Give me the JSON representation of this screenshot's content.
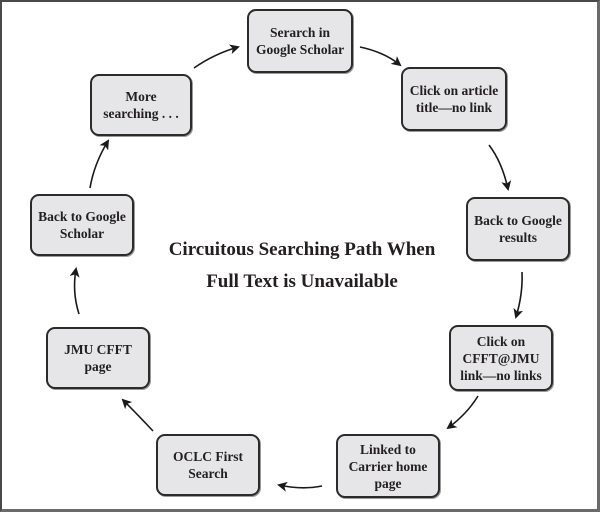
{
  "diagram": {
    "title_lines": [
      "Circuitous Searching Path When",
      "Full Text is Unavailable"
    ],
    "nodes": [
      {
        "id": "search-google-scholar",
        "label": "Serarch in\nGoogle Scholar"
      },
      {
        "id": "click-article-title",
        "label": "Click on article\ntitle—no link"
      },
      {
        "id": "back-to-google-results",
        "label": "Back to Google\nresults"
      },
      {
        "id": "click-cfft-jmu",
        "label": "Click on\nCFFT@JMU\nlink—no links"
      },
      {
        "id": "linked-carrier-home",
        "label": "Linked to\nCarrier home\npage"
      },
      {
        "id": "oclc-first-search",
        "label": "OCLC First\nSearch"
      },
      {
        "id": "jmu-cfft-page",
        "label": "JMU CFFT\npage"
      },
      {
        "id": "back-to-google-scholar",
        "label": "Back to Google\nScholar"
      },
      {
        "id": "more-searching",
        "label": "More\nsearching . . ."
      }
    ],
    "edges": [
      {
        "from": "search-google-scholar",
        "to": "click-article-title"
      },
      {
        "from": "click-article-title",
        "to": "back-to-google-results"
      },
      {
        "from": "back-to-google-results",
        "to": "click-cfft-jmu"
      },
      {
        "from": "click-cfft-jmu",
        "to": "linked-carrier-home"
      },
      {
        "from": "linked-carrier-home",
        "to": "oclc-first-search"
      },
      {
        "from": "oclc-first-search",
        "to": "jmu-cfft-page"
      },
      {
        "from": "jmu-cfft-page",
        "to": "back-to-google-scholar"
      },
      {
        "from": "back-to-google-scholar",
        "to": "more-searching"
      },
      {
        "from": "more-searching",
        "to": "search-google-scholar"
      }
    ],
    "colors": {
      "node_fill": "#e6e6e8",
      "node_border": "#2b2b2b",
      "text": "#231f20",
      "arrow": "#1a1a1a"
    }
  }
}
